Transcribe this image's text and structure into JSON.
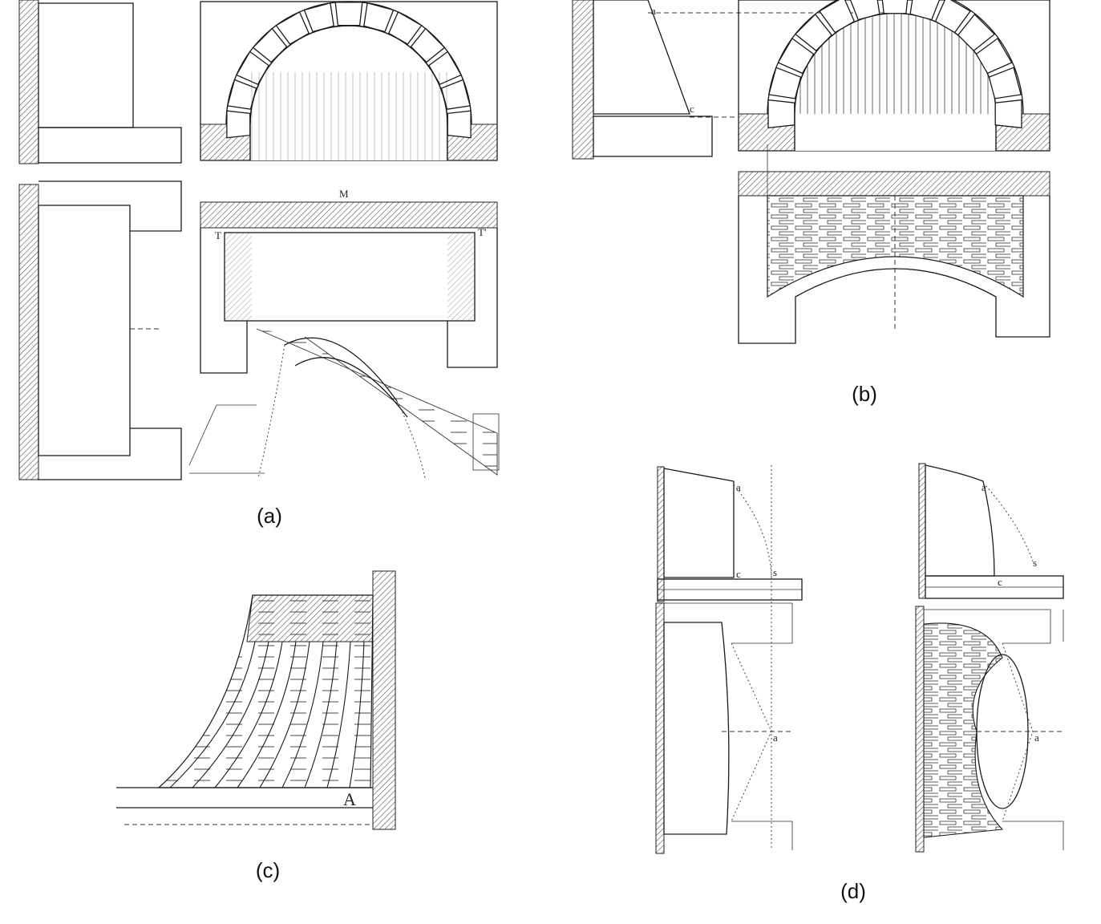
{
  "panels": {
    "a": {
      "caption": "(a)",
      "labels": {
        "m": "M",
        "t_left": "T",
        "t_right": "T'"
      }
    },
    "b": {
      "caption": "(b)",
      "labels": {
        "a": "a",
        "c": "c"
      }
    },
    "c": {
      "caption": "(c)",
      "labels": {
        "a": "A"
      }
    },
    "d": {
      "caption": "(d)",
      "labels": {
        "a1": "a",
        "c1": "c",
        "s1": "s",
        "a2": "a",
        "a3": "a",
        "c2": "c",
        "s2": "s",
        "a4": "a"
      }
    }
  },
  "colors": {
    "ink": "#1a1a1a",
    "hatch": "#555555",
    "paper": "#ffffff"
  }
}
